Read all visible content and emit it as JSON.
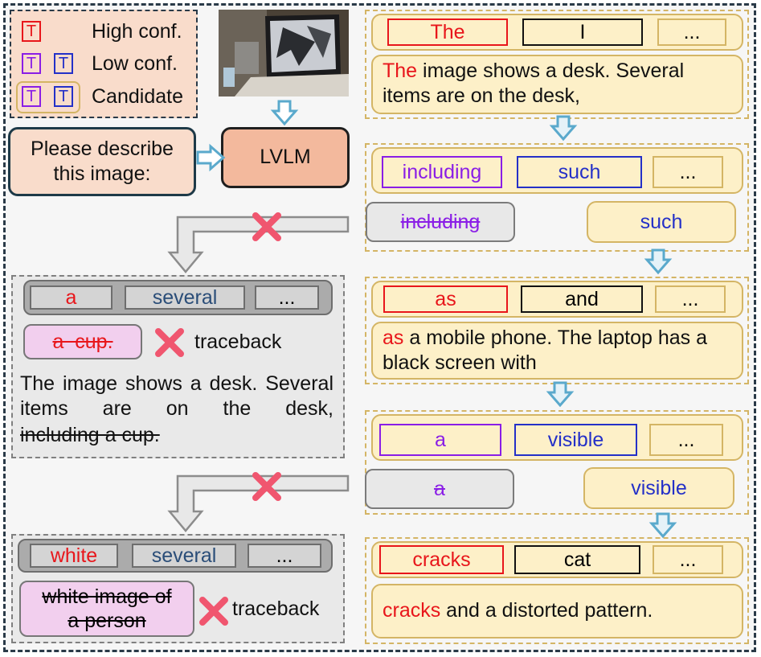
{
  "legend": {
    "icon_glyph": "T",
    "high": "High conf.",
    "low": "Low conf.",
    "candidate": "Candidate"
  },
  "prompt": {
    "line1": "Please describe",
    "line2": "this image:"
  },
  "model": "LVLM",
  "right": {
    "s1": {
      "tok1": "The",
      "tok2": "I",
      "more": "...",
      "text_lead": "The",
      "text_rest": " image shows a desk. Several items are on the desk,"
    },
    "s2": {
      "tok1": "including",
      "tok2": "such",
      "more": "...",
      "rej": "including",
      "acc": "such"
    },
    "s3": {
      "tok1": "as",
      "tok2": "and",
      "more": "...",
      "text_lead": "as",
      "text_rest": " a mobile phone. The laptop has a black screen with"
    },
    "s4": {
      "tok1": "a",
      "tok2": "visible",
      "more": "...",
      "rej": "a",
      "acc": "visible"
    },
    "s5": {
      "tok1": "cracks",
      "tok2": "cat",
      "more": "...",
      "text_lead": "cracks",
      "text_rest": " and a distorted pattern."
    }
  },
  "left1": {
    "tok1": "a",
    "tok2": "several",
    "more": "...",
    "wrong": "a  cup.",
    "traceback": "traceback",
    "text": "The image shows a desk. Several items are on the desk,",
    "struck": "including a cup."
  },
  "left2": {
    "tok1": "white",
    "tok2": "several",
    "more": "...",
    "wrong_line1": "white image of",
    "wrong_line2": "a person",
    "traceback": "traceback"
  },
  "colors": {
    "high": "#e8161b",
    "low_purple": "#8a1ee6",
    "low_blue": "#2430c8",
    "accent_arrow": "#5aa9cc",
    "reject": "#f0566f"
  }
}
